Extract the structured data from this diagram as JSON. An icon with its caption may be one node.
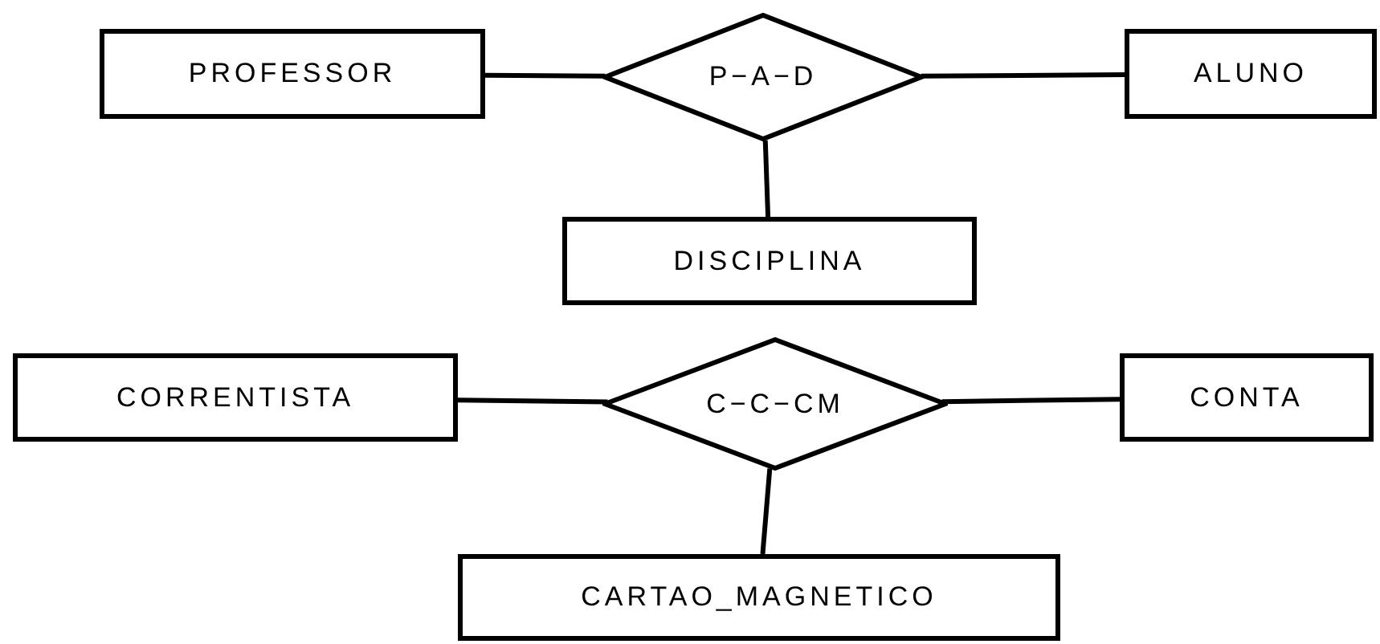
{
  "diagram": {
    "nodes": [
      {
        "text": [
          "PROFESSOR"
        ]
      },
      {
        "text": [
          "P−A−D"
        ]
      },
      {
        "text": [
          "ALUNO"
        ]
      },
      {
        "text": [
          "DISCIPLINA"
        ]
      },
      {
        "text": [
          "CORRENTISTA"
        ]
      },
      {
        "text": [
          "C−C−CM"
        ]
      },
      {
        "text": [
          "CONTA"
        ]
      },
      {
        "text": [
          "CARTAO_MAGNETICO"
        ]
      }
    ],
    "edges": [
      {
        "from": 0,
        "to": 1,
        "arrow": "none"
      },
      {
        "from": 1,
        "to": 2,
        "arrow": "none"
      },
      {
        "from": 1,
        "to": 3,
        "arrow": "none"
      },
      {
        "from": 4,
        "to": 5,
        "arrow": "none"
      },
      {
        "from": 5,
        "to": 6,
        "arrow": "none"
      },
      {
        "from": 5,
        "to": 7,
        "arrow": "none"
      }
    ]
  }
}
